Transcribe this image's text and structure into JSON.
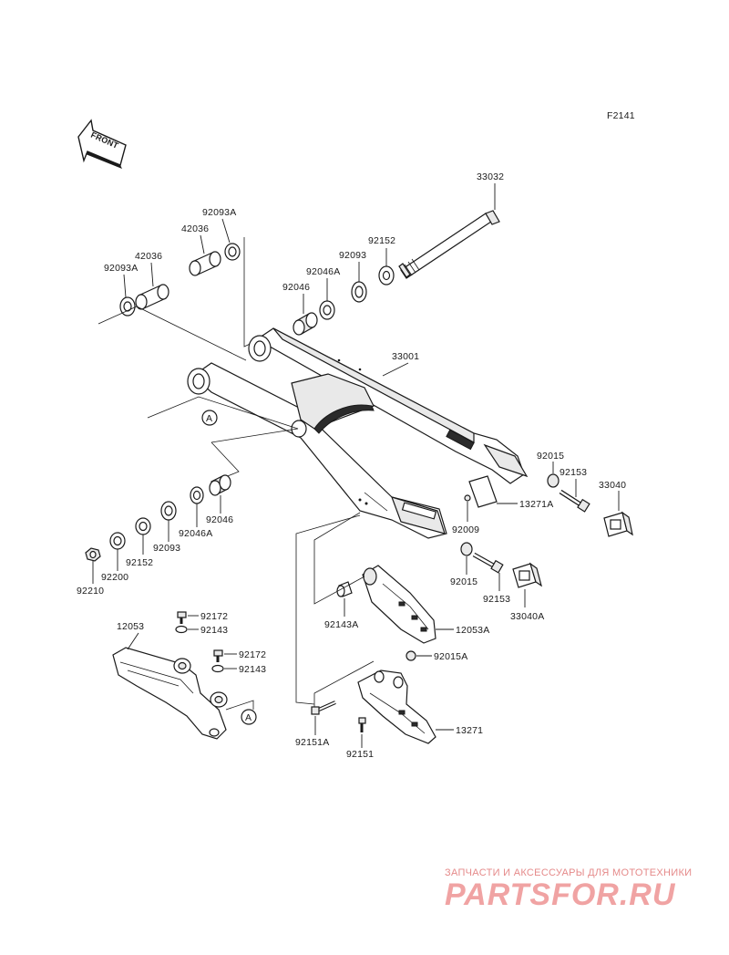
{
  "diagram": {
    "figure_code": "F2141",
    "front_label": "FRONT",
    "ref_marker": "A",
    "parts": {
      "axle": "33032",
      "swingarm": "33001",
      "collar_a_left": "92093A",
      "collar_a_right": "92093A",
      "sleeve_upper": "42036",
      "sleeve_lower": "42036",
      "washer_right": "92152",
      "collar_right": "92093",
      "seal_upper": "92046A",
      "bearing_upper": "92046",
      "bearing_lower": "92046",
      "seal_lower": "92046A",
      "collar_lower": "92093",
      "washer_lower": "92152",
      "washer_92200": "92200",
      "nut_92210": "92210",
      "nut_right": "92015",
      "bolt_right": "92153",
      "block_right": "33040",
      "plate_13271a": "13271A",
      "pin_92009": "92009",
      "nut_mid": "92015",
      "bolt_mid": "92153",
      "block_mid": "33040A",
      "collar_92143a": "92143A",
      "guide_12053a": "12053A",
      "nut_92015a": "92015A",
      "bolt_92151a": "92151A",
      "bolt_92151": "92151",
      "plate_13271": "13271",
      "guard_12053": "12053",
      "screw_upper": "92172",
      "collar_upper": "92143",
      "screw_lower": "92172",
      "collar_lower2": "92143"
    }
  },
  "watermark": {
    "tagline": "ЗАПЧАСТИ И АКСЕССУАРЫ ДЛЯ МОТОТЕХНИКИ",
    "logo": "PARTSFOR.RU",
    "color": "#f0a3a3"
  }
}
